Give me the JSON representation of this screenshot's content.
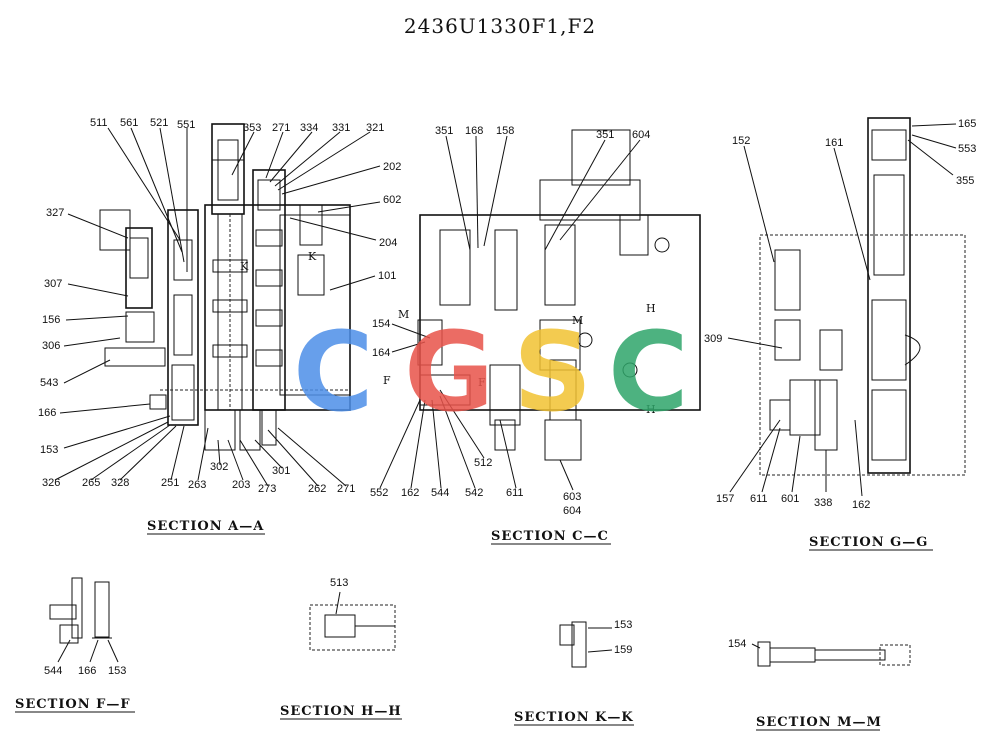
{
  "title": "2436U1330F1,F2",
  "watermark": {
    "letters": [
      "C",
      "G",
      "S",
      "C"
    ],
    "colors": [
      "#4d8fe8",
      "#e8534a",
      "#f2c232",
      "#2fa56a"
    ]
  },
  "sections": {
    "aa": "SECTION A—A",
    "cc": "SECTION C—C",
    "gg": "SECTION G—G",
    "ff": "SECTION F—F",
    "hh": "SECTION H—H",
    "kk": "SECTION K—K",
    "mm": "SECTION M—M"
  },
  "refs": {
    "k1": "K",
    "k2": "K",
    "m1": "M",
    "f1": "F",
    "f2": "F",
    "m2": "M",
    "h1": "H",
    "h2": "H"
  },
  "labels": {
    "aa_511": "511",
    "aa_561": "561",
    "aa_521": "521",
    "aa_551": "551",
    "aa_353": "353",
    "aa_271a": "271",
    "aa_334": "334",
    "aa_331": "331",
    "aa_321": "321",
    "aa_202": "202",
    "aa_602": "602",
    "aa_204": "204",
    "aa_101": "101",
    "aa_327": "327",
    "aa_307": "307",
    "aa_156": "156",
    "aa_306": "306",
    "aa_543": "543",
    "aa_166": "166",
    "aa_153": "153",
    "aa_326": "326",
    "aa_265": "265",
    "aa_328": "328",
    "aa_251": "251",
    "aa_263": "263",
    "aa_302": "302",
    "aa_203": "203",
    "aa_273": "273",
    "aa_301": "301",
    "aa_262": "262",
    "aa_271b": "271",
    "cc_351a": "351",
    "cc_168": "168",
    "cc_158": "158",
    "cc_351b": "351",
    "cc_604a": "604",
    "cc_154": "154",
    "cc_164": "164",
    "cc_552": "552",
    "cc_162": "162",
    "cc_544": "544",
    "cc_542": "542",
    "cc_512": "512",
    "cc_611": "611",
    "cc_603": "603",
    "cc_604b": "604",
    "gg_165": "165",
    "gg_553": "553",
    "gg_355": "355",
    "gg_152": "152",
    "gg_161": "161",
    "gg_309": "309",
    "gg_157": "157",
    "gg_611": "611",
    "gg_601": "601",
    "gg_338": "338",
    "gg_162": "162",
    "ff_544": "544",
    "ff_166": "166",
    "ff_153": "153",
    "hh_513": "513",
    "kk_153": "153",
    "kk_159": "159",
    "mm_154": "154"
  }
}
